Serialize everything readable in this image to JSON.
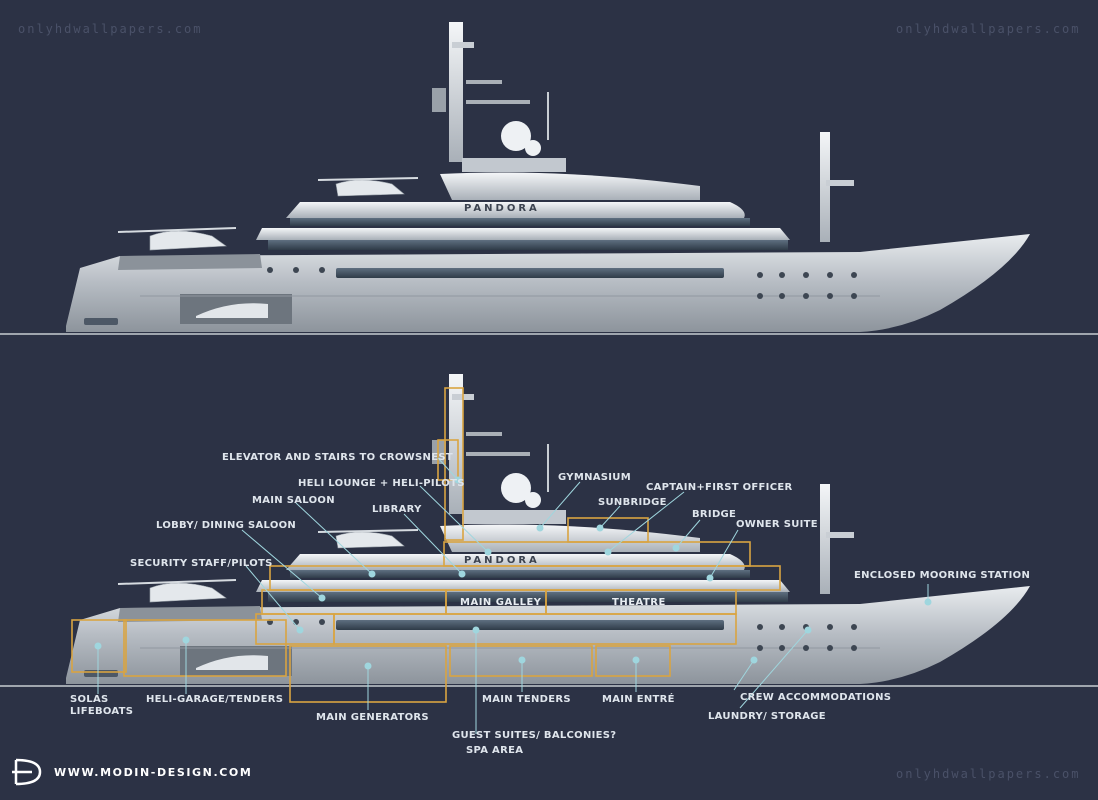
{
  "watermarks": {
    "top_left": "onlyhdwallpapers.com",
    "top_right": "onlyhdwallpapers.com",
    "bottom_right": "onlyhdwallpapers.com"
  },
  "yacht": {
    "name": "PANDORA"
  },
  "labels": {
    "elevator": "ELEVATOR AND STAIRS TO CROWSNEST",
    "heli_lounge": "HELI LOUNGE + HELI-PILOTS",
    "main_saloon": "MAIN SALOON",
    "library": "LIBRARY",
    "lobby": "LOBBY/ DINING SALOON",
    "security": "SECURITY STAFF/PILOTS",
    "gymnasium": "GYMNASIUM",
    "captain": "CAPTAIN+FIRST OFFICER",
    "sunbridge": "SUNBRIDGE",
    "bridge": "BRIDGE",
    "owner_suite": "OWNER SUITE",
    "mooring": "ENCLOSED MOORING STATION",
    "main_galley": "MAIN GALLEY",
    "theatre": "THEATRE",
    "solas_1": "SOLAS",
    "solas_2": "LIFEBOATS",
    "heli_garage": "HELI-GARAGE/TENDERS",
    "main_generators": "MAIN GENERATORS",
    "main_tenders": "MAIN TENDERS",
    "guest_suites": "GUEST SUITES/ BALCONIES?",
    "spa": "SPA AREA",
    "main_entre": "MAIN ENTRÉ",
    "crew": "CREW ACCOMMODATIONS",
    "laundry": "LAUNDRY/ STORAGE"
  },
  "brand": {
    "url": "WWW.MODIN-DESIGN.COM"
  },
  "colors": {
    "background": "#2c3245",
    "hull": "#b7bdc4",
    "zone_outline": "#d9a441",
    "leader": "#9fd6de",
    "label": "#dfe5ec"
  }
}
